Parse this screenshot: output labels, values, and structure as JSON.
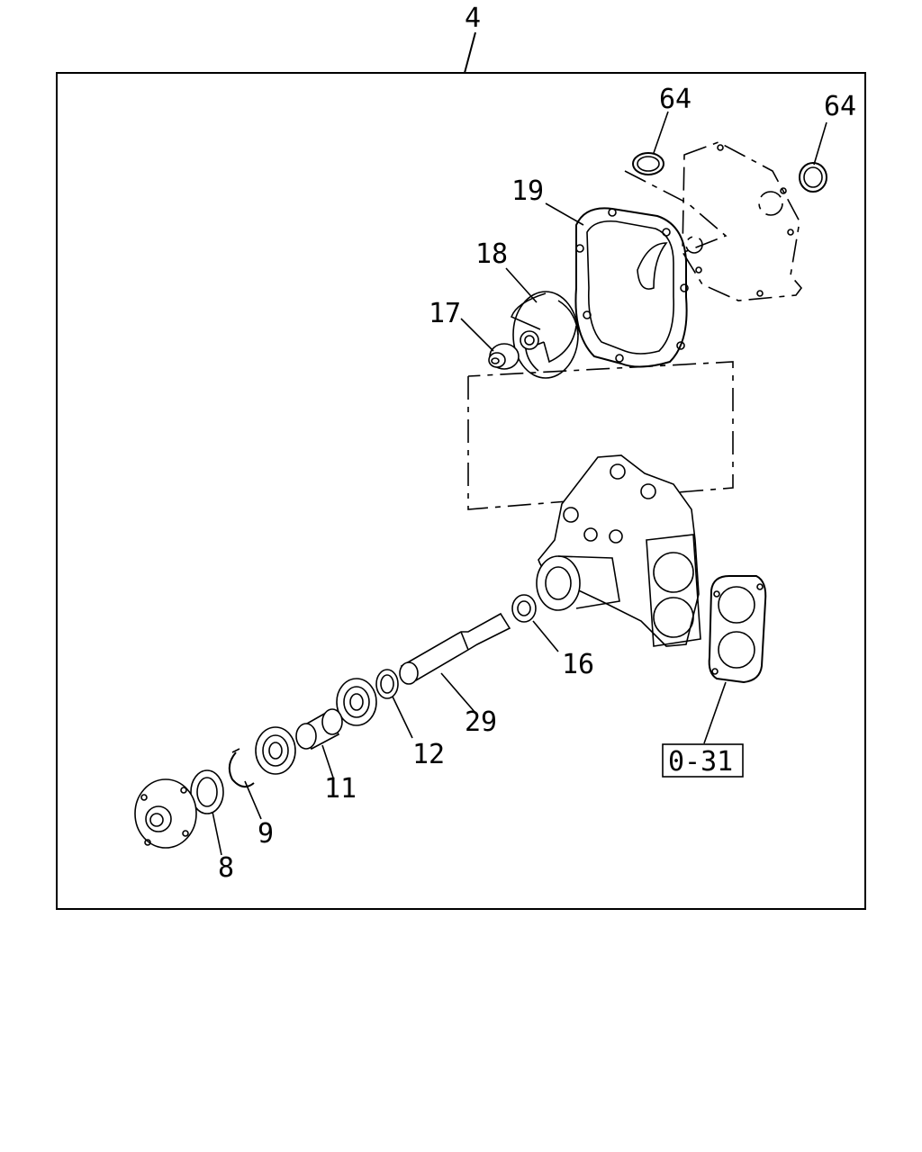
{
  "diagram": {
    "assembly_label": "4",
    "callouts": {
      "p64a": "64",
      "p64b": "64",
      "p19": "19",
      "p18": "18",
      "p17": "17",
      "p16": "16",
      "p29": "29",
      "p12": "12",
      "p11": "11",
      "p9": "9",
      "p8": "8"
    },
    "reference_box": "0-31"
  }
}
